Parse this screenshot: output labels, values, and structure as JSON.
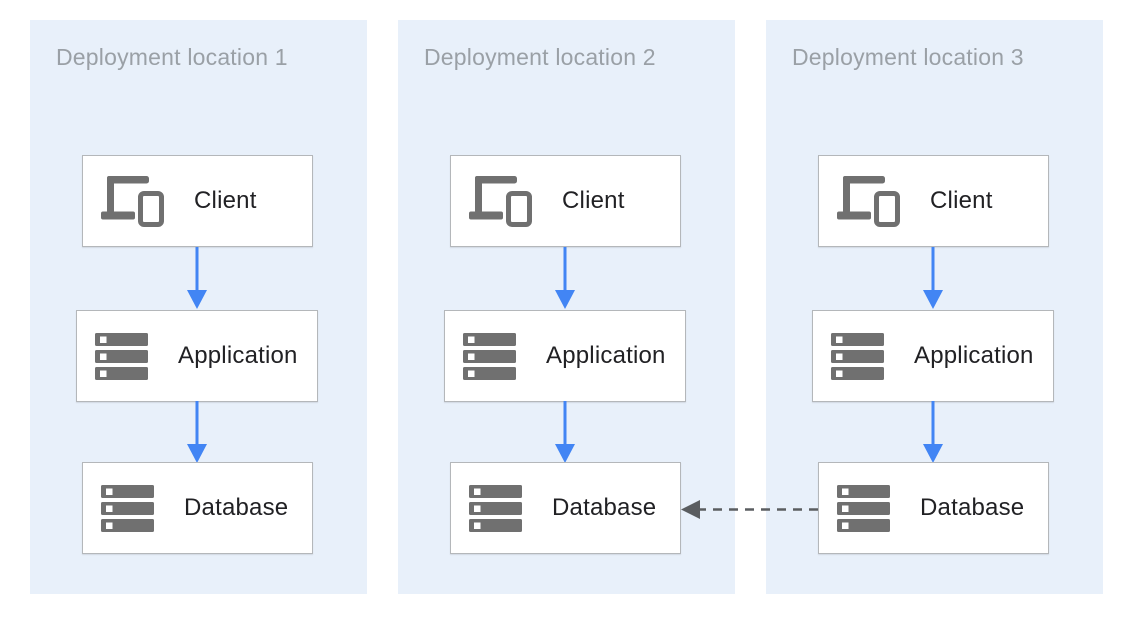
{
  "diagram": {
    "panels": [
      {
        "title": "Deployment location 1",
        "nodes": [
          {
            "label": "Client",
            "icon": "client-devices-icon"
          },
          {
            "label": "Application",
            "icon": "server-stack-icon"
          },
          {
            "label": "Database",
            "icon": "server-stack-icon"
          }
        ]
      },
      {
        "title": "Deployment location 2",
        "nodes": [
          {
            "label": "Client",
            "icon": "client-devices-icon"
          },
          {
            "label": "Application",
            "icon": "server-stack-icon"
          },
          {
            "label": "Database",
            "icon": "server-stack-icon"
          }
        ]
      },
      {
        "title": "Deployment location 3",
        "nodes": [
          {
            "label": "Client",
            "icon": "client-devices-icon"
          },
          {
            "label": "Application",
            "icon": "server-stack-icon"
          },
          {
            "label": "Database",
            "icon": "server-stack-icon"
          }
        ]
      }
    ],
    "connections": [
      {
        "panel": "Deployment location 1",
        "from": "Client",
        "to": "Application",
        "style": "solid",
        "direction": "down"
      },
      {
        "panel": "Deployment location 1",
        "from": "Application",
        "to": "Database",
        "style": "solid",
        "direction": "down"
      },
      {
        "panel": "Deployment location 2",
        "from": "Client",
        "to": "Application",
        "style": "solid",
        "direction": "down"
      },
      {
        "panel": "Deployment location 2",
        "from": "Application",
        "to": "Database",
        "style": "solid",
        "direction": "down"
      },
      {
        "panel": "Deployment location 3",
        "from": "Client",
        "to": "Application",
        "style": "solid",
        "direction": "down"
      },
      {
        "panel": "Deployment location 3",
        "from": "Application",
        "to": "Database",
        "style": "solid",
        "direction": "down"
      },
      {
        "from": "Database (Deployment location 3)",
        "to": "Database (Deployment location 2)",
        "style": "dashed",
        "direction": "left"
      }
    ],
    "colors": {
      "panel_bg": "#E8F0FA",
      "box_bg": "#FFFFFF",
      "box_border": "#B4B7BA",
      "title_gray": "#9AA0A6",
      "label_color": "#212124",
      "icon_gray": "#707070",
      "arrow_blue": "#4285F4",
      "arrow_dark": "#5A5D60"
    }
  }
}
